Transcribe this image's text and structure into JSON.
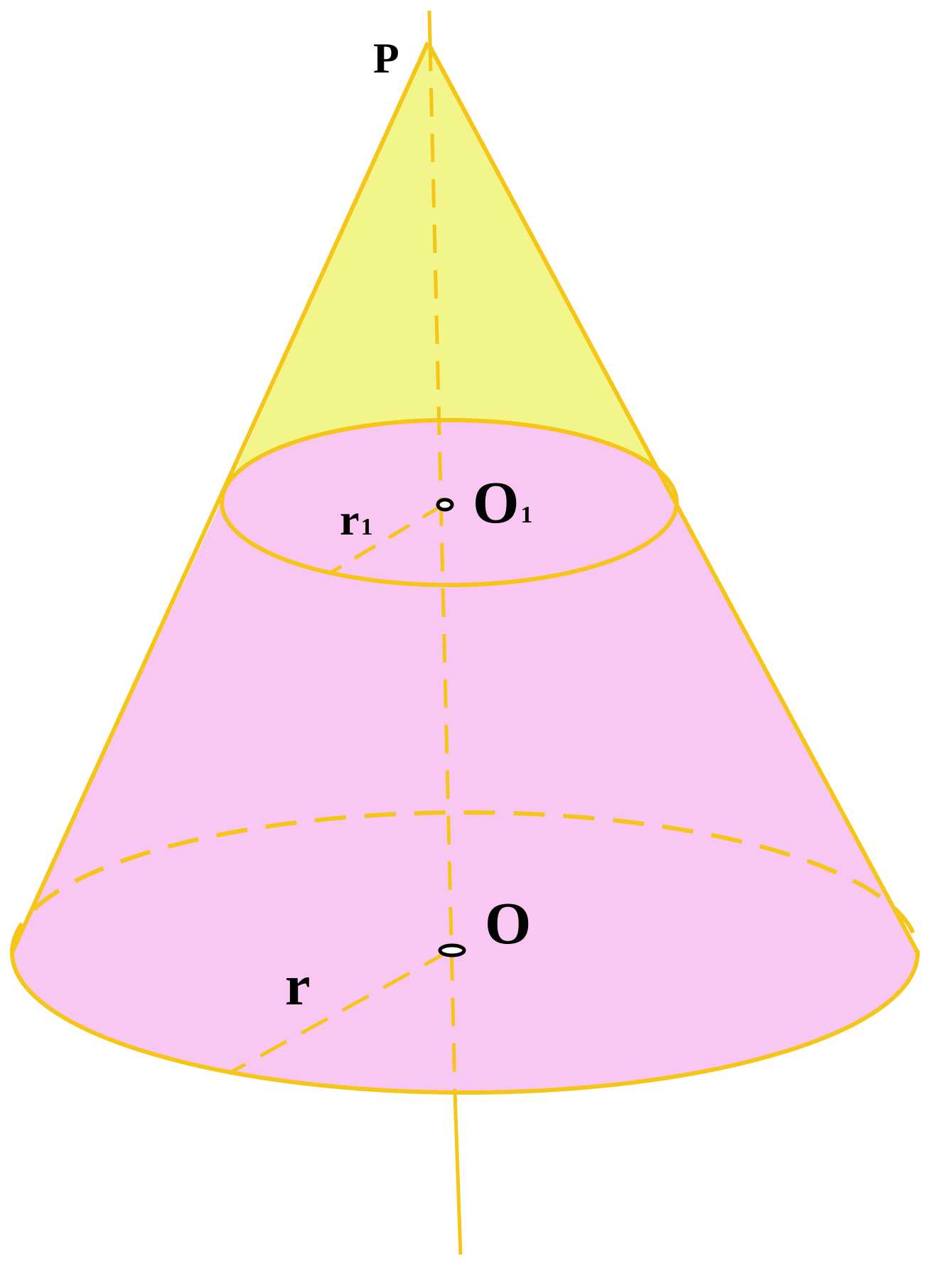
{
  "labels": {
    "apex": "P",
    "center_top": "O",
    "center_top_sub": "1",
    "center_bottom": "O",
    "radius_top": "r",
    "radius_top_sub": "1",
    "radius_bottom": "r"
  },
  "colors": {
    "stroke": "#F5C518",
    "upper_fill": "#F2F58A",
    "frustum_fill": "#F8C8F2",
    "text": "#000000",
    "background": "#FFFFFF"
  }
}
